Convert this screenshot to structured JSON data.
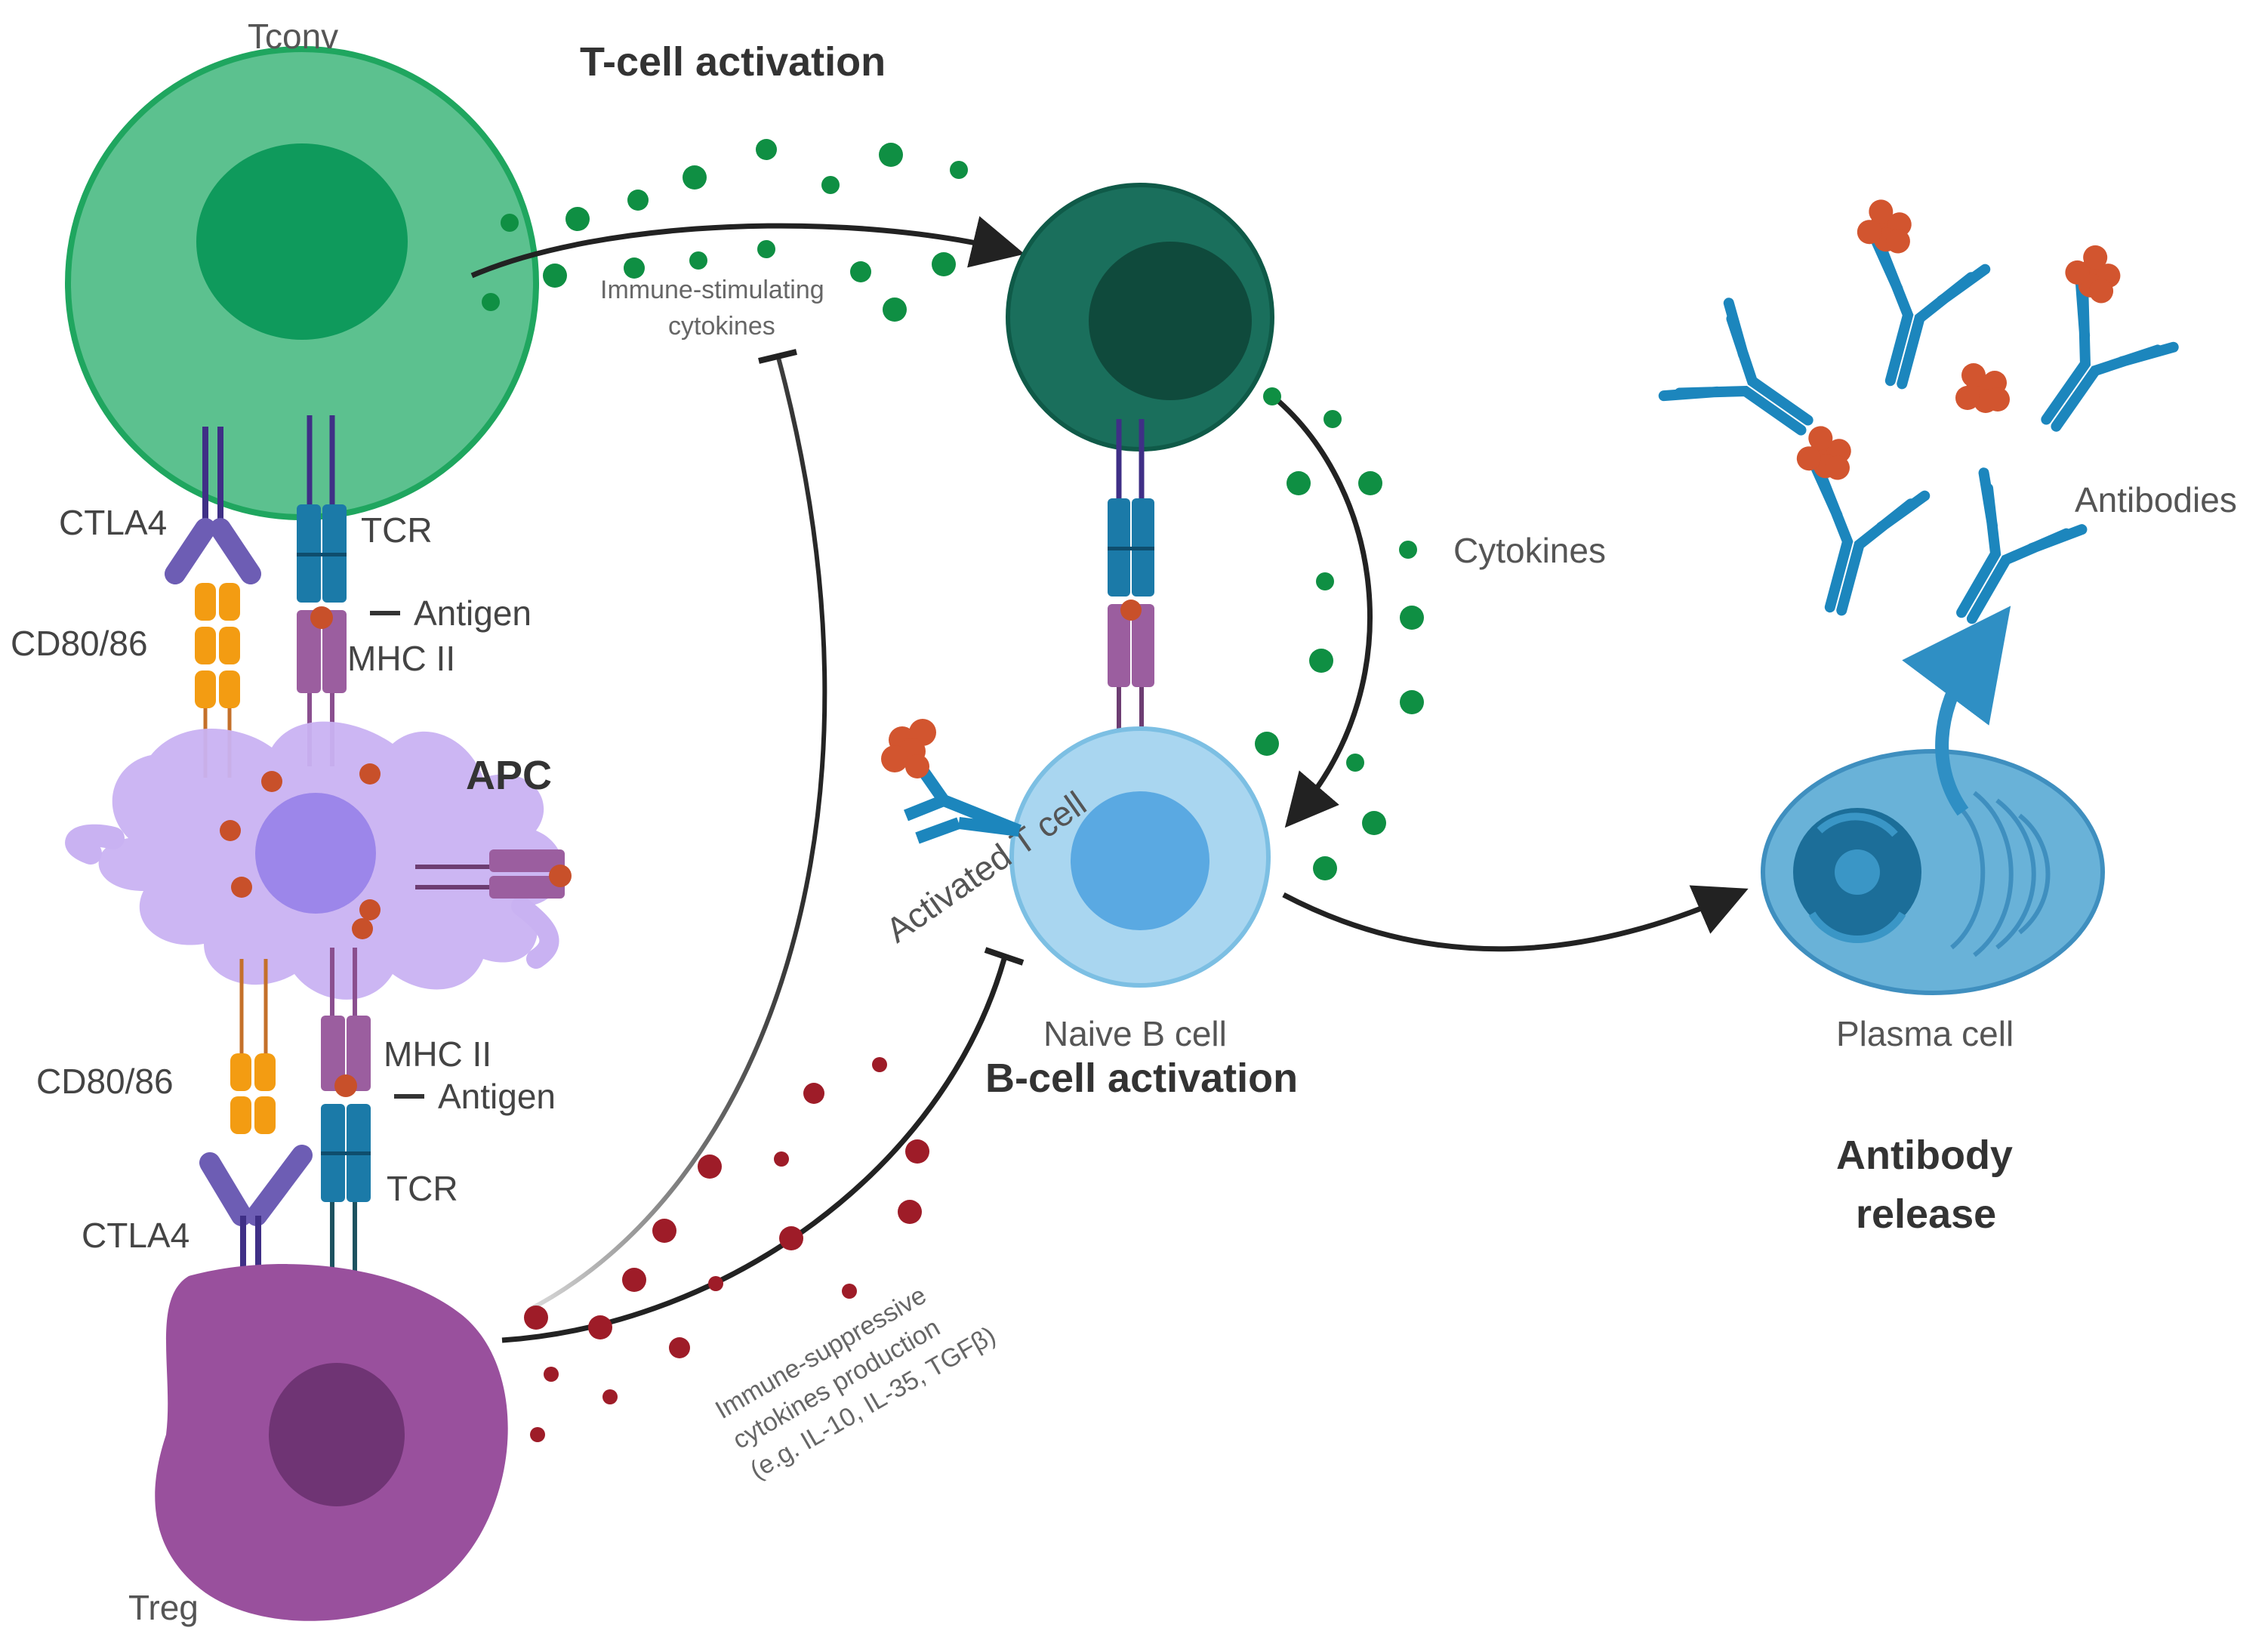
{
  "titles": {
    "t_cell_activation": "T-cell activation",
    "b_cell_activation": "B-cell activation",
    "antibody_release_line1": "Antibody",
    "antibody_release_line2": "release"
  },
  "cells": {
    "tconv": "Tconv",
    "apc": "APC",
    "treg": "Treg",
    "activated_t_cell": "Activated T cell",
    "naive_b_cell": "Naive B cell",
    "plasma_cell": "Plasma cell"
  },
  "molecules": {
    "ctla4": "CTLA4",
    "cd80_86": "CD80/86",
    "tcr": "TCR",
    "antigen": "Antigen",
    "mhc_ii": "MHC II",
    "antibodies": "Antibodies"
  },
  "annotations": {
    "immune_stimulating_line1": "Immune-stimulating",
    "immune_stimulating_line2": "cytokines",
    "cytokines": "Cytokines",
    "immune_suppressive_line1": "Immune-suppressive",
    "immune_suppressive_line2": "cytokines production",
    "immune_suppressive_line3": "(e.g. IL-10, IL-35, TGFβ)"
  },
  "colors": {
    "tconv": "#5cc18f",
    "tconv_nucleus": "#0f9a5c",
    "activated_t": "#1a6f5c",
    "activated_t_nucleus": "#0f4a3c",
    "naive_b": "#a9d6f0",
    "naive_b_nucleus": "#5aa9e2",
    "apc": "#c9b2f2",
    "apc_nucleus": "#9c86ea",
    "treg": "#99509d",
    "treg_nucleus": "#6f3474",
    "plasma": "#69b2d8",
    "ctla4": "#3f2f86",
    "cd80": "#f39c12",
    "tcr": "#1b7aa8",
    "mhc": "#9b5e9f",
    "antigen": "#c8502a",
    "green_cytokine": "#0f8f43",
    "red_cytokine": "#9e1c28",
    "antibody": "#1c86bd"
  }
}
